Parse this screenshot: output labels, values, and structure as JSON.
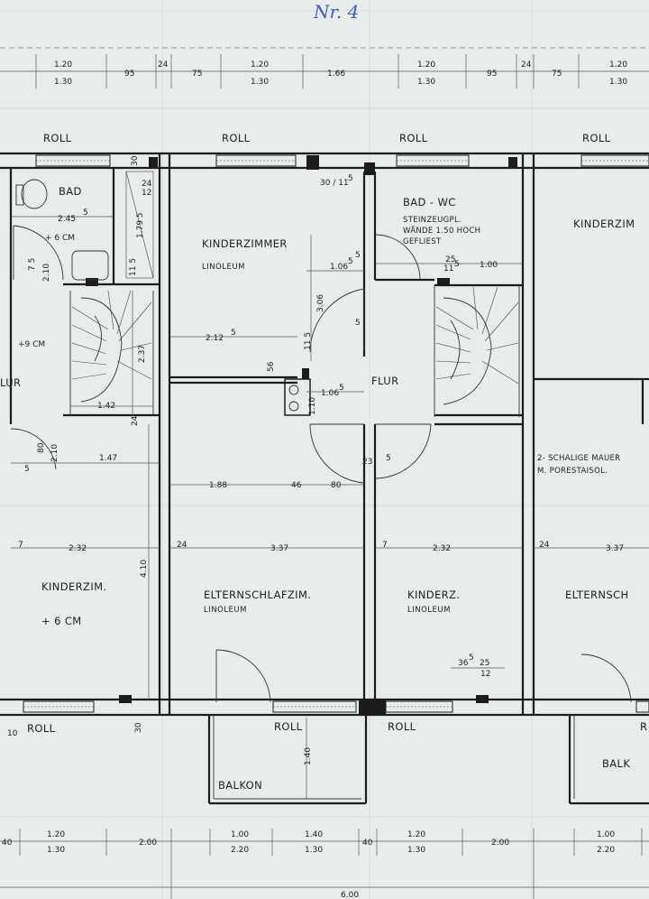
{
  "sheet_number": "Nr. 4",
  "top_dims": {
    "a1": "1.20",
    "a2": "1.30",
    "b": "95",
    "c": "24",
    "d": "75",
    "e1": "1.20",
    "e2": "1.30",
    "f": "1.66",
    "g1": "1.20",
    "g2": "1.30",
    "h": "95",
    "i": "24",
    "j": "75",
    "k1": "1.20",
    "k2": "1.30"
  },
  "roll_labels": {
    "t1": "ROLL",
    "t2": "ROLL",
    "t3": "ROLL",
    "t4": "ROLL",
    "b1": "ROLL",
    "b2": "ROLL",
    "b3": "ROLL",
    "b4": "R"
  },
  "rooms": {
    "bad": "BAD",
    "kinderzimmer": "KINDERZIMMER",
    "kinderzimmer_sub": "LINOLEUM",
    "badwc": "BAD - WC",
    "badwc_note1": "STEINZEUGPL.",
    "badwc_note2": "WÄNDE  1.50  HOCH",
    "badwc_note3": "GEFLIEST",
    "kinderzim_right": "KINDERZIM",
    "flur_left": "LUR",
    "flur_center": "FLUR",
    "kinderzim_left": "KINDERZIM.",
    "kinderzim_left_sub": "+ 6  CM",
    "eltern": "ELTERNSCHLAFZIM.",
    "eltern_sub": "LINOLEUM",
    "kinderz": "KINDERZ.",
    "kinderz_sub": "LINOLEUM",
    "eltern_right": "ELTERNSCH",
    "balkon": "BALKON",
    "balkon_right": "BALK",
    "mauer1": "2- SCHALIGE MAUER",
    "mauer2": "M. PORESTAISOL."
  },
  "labels": {
    "bad_w": "2.45",
    "bad_w_sup": "5",
    "plus6": "+ 6  CM",
    "plus9": "+9  CM",
    "d75": "7 5",
    "d210": "2.10",
    "d2410": "24",
    "d12": "12",
    "d1795": "1.79 5",
    "d115": "11 5",
    "d3011": "30 / 11",
    "d3011sup": "5",
    "d1065": "1.06",
    "d1065sup": "5",
    "d5a": "5",
    "d3065": "3.06",
    "d3065sup": "5",
    "d5b": "5",
    "d25": "25",
    "d115b": "11",
    "d115bsup": "5",
    "d100": "1.00",
    "d2125": "2.12",
    "d2125sup": "5",
    "d565": "56",
    "d565sup": "5",
    "d115c": "11 5",
    "d1065b": "1.06",
    "d1065bsup": "5",
    "d110": "1.10",
    "d237": "2.37",
    "d142": "1.42",
    "d24b": "24",
    "d80": "80",
    "d210b": "2.10",
    "d5c": "5",
    "d147": "1.47",
    "d188": "1.88",
    "d46": "46",
    "d80b": "80",
    "d23": "23",
    "d5d": "5",
    "d232a": "2.32",
    "d7a": "7",
    "d24c": "24",
    "d337a": "3.37",
    "d7b": "7",
    "d232b": "2.32",
    "d24d": "24",
    "d337b": "3.37",
    "d410": "4.10",
    "d365": "36",
    "d365sup": "5",
    "d25b": "25",
    "d12b": "12",
    "d30": "30",
    "d30b": "30",
    "d10": "10",
    "d140": "1.40"
  },
  "bottom_dims": {
    "a": "40",
    "b1": "1.20",
    "b2": "1.30",
    "c": "2.00",
    "d1": "1.00",
    "d2": "2.20",
    "e1": "1.40",
    "e2": "1.30",
    "f": "40",
    "g1": "1.20",
    "g2": "1.30",
    "h": "2.00",
    "i1": "1.00",
    "i2": "2.20",
    "total": "6.00"
  }
}
